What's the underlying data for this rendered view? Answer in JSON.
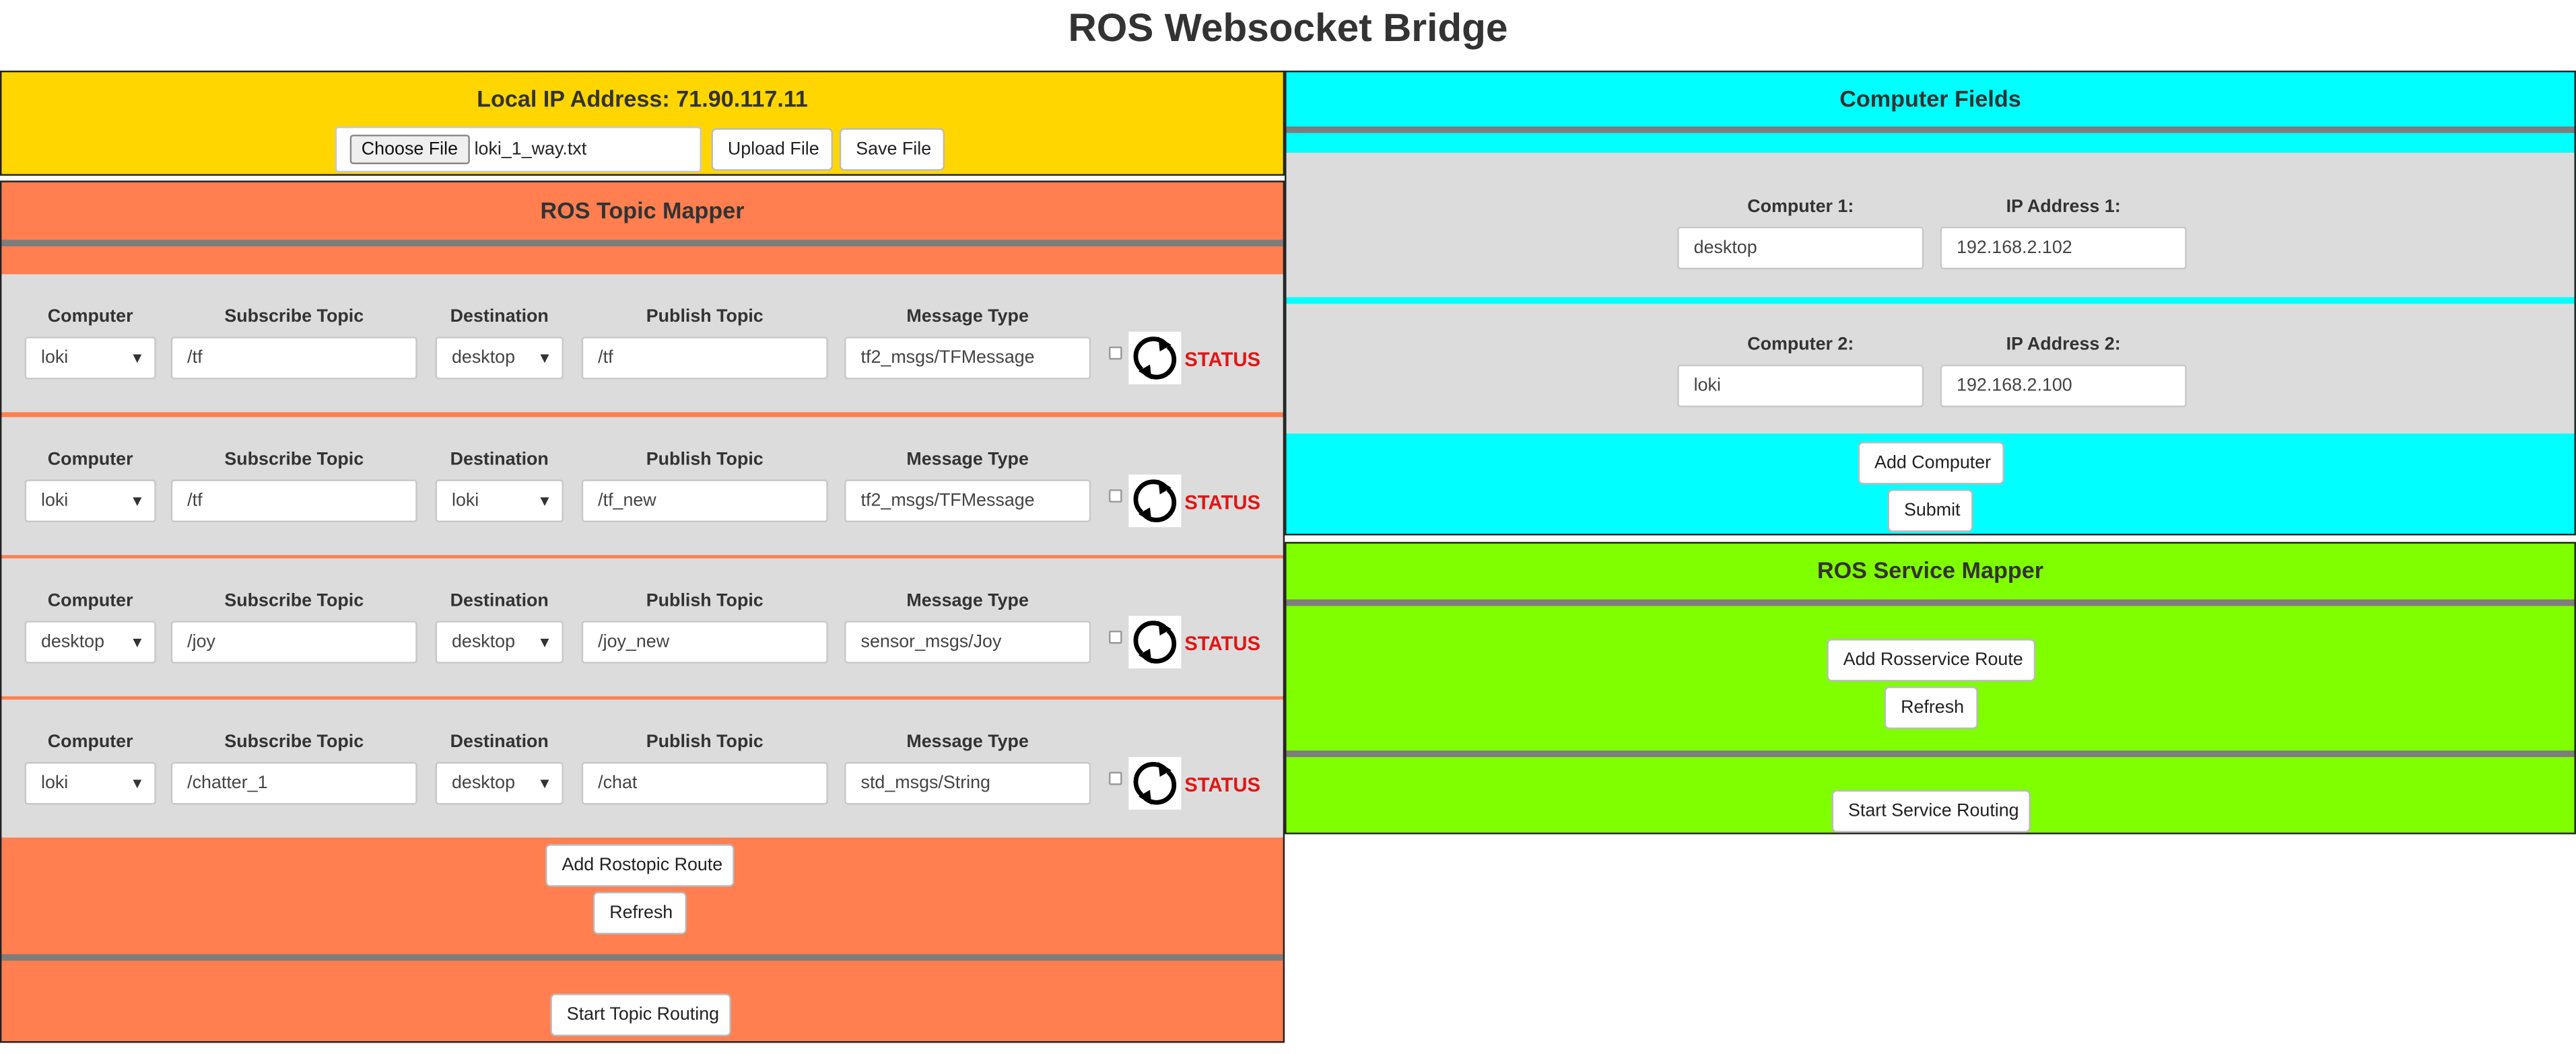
{
  "page": {
    "title": "ROS Websocket Bridge"
  },
  "colors": {
    "ip_panel": "#ffd600",
    "topic_panel": "#ff7f50",
    "computer_panel": "#00ffff",
    "service_panel": "#7fff00",
    "row_bg": "#dcdcdc",
    "status": "#e21515"
  },
  "ip_panel": {
    "title": "Local IP Address: 71.90.117.11",
    "choose_file_label": "Choose File",
    "file_name": "loki_1_way.txt",
    "upload_label": "Upload File",
    "save_label": "Save File"
  },
  "topic_mapper": {
    "title": "ROS Topic Mapper",
    "columns": {
      "computer": "Computer",
      "subscribe": "Subscribe Topic",
      "destination": "Destination",
      "publish": "Publish Topic",
      "message_type": "Message Type"
    },
    "rows": [
      {
        "computer": "loki",
        "subscribe": "/tf",
        "destination": "desktop",
        "publish": "/tf",
        "message_type": "tf2_msgs/TFMessage",
        "status": "STATUS"
      },
      {
        "computer": "loki",
        "subscribe": "/tf",
        "destination": "loki",
        "publish": "/tf_new",
        "message_type": "tf2_msgs/TFMessage",
        "status": "STATUS"
      },
      {
        "computer": "desktop",
        "subscribe": "/joy",
        "destination": "desktop",
        "publish": "/joy_new",
        "message_type": "sensor_msgs/Joy",
        "status": "STATUS"
      },
      {
        "computer": "loki",
        "subscribe": "/chatter_1",
        "destination": "desktop",
        "publish": "/chat",
        "message_type": "std_msgs/String",
        "status": "STATUS"
      }
    ],
    "add_route_label": "Add Rostopic Route",
    "refresh_label": "Refresh",
    "start_label": "Start Topic Routing"
  },
  "computer_fields": {
    "title": "Computer Fields",
    "computers": [
      {
        "name_label": "Computer 1:",
        "name_value": "desktop",
        "ip_label": "IP Address 1:",
        "ip_value": "192.168.2.102"
      },
      {
        "name_label": "Computer 2:",
        "name_value": "loki",
        "ip_label": "IP Address 2:",
        "ip_value": "192.168.2.100"
      }
    ],
    "add_label": "Add Computer",
    "submit_label": "Submit"
  },
  "service_mapper": {
    "title": "ROS Service Mapper",
    "add_route_label": "Add Rosservice Route",
    "refresh_label": "Refresh",
    "start_label": "Start Service Routing"
  }
}
